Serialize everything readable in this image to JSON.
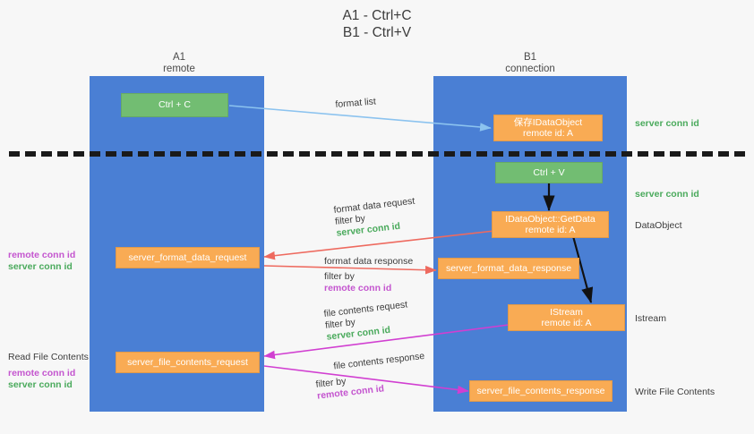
{
  "title": {
    "line1": "A1 - Ctrl+C",
    "line2": "B1 - Ctrl+V"
  },
  "lanes": [
    {
      "id": "a1",
      "name": "A1",
      "role": "remote"
    },
    {
      "id": "b1",
      "name": "B1",
      "role": "connection"
    }
  ],
  "nodes": {
    "ctrl_c": {
      "line1": "Ctrl + C",
      "line2": ""
    },
    "ctrl_v": {
      "line1": "Ctrl + V",
      "line2": ""
    },
    "save_idataobject": {
      "line1": "保存IDataObject",
      "line2": "remote id: A"
    },
    "getdata": {
      "line1": "IDataObject::GetData",
      "line2": "remote id: A"
    },
    "istream": {
      "line1": "IStream",
      "line2": "remote id: A"
    },
    "fmt_req": {
      "line1": "server_format_data_request",
      "line2": ""
    },
    "fmt_resp": {
      "line1": "server_format_data_response",
      "line2": ""
    },
    "file_req": {
      "line1": "server_file_contents_request",
      "line2": ""
    },
    "file_resp": {
      "line1": "server_file_contents_response",
      "line2": ""
    }
  },
  "edges": {
    "format_list": {
      "text": "format list"
    },
    "fmt_data_request": {
      "text": "format data request",
      "filter_prefix": "filter by ",
      "filter_value": "server conn id"
    },
    "fmt_data_response": {
      "text": "format data response",
      "filter_prefix": "filter by ",
      "filter_value": "remote conn id"
    },
    "file_contents_request": {
      "text": "file contents request",
      "filter_prefix": "filter by ",
      "filter_value": "server conn id"
    },
    "file_contents_response": {
      "text": "file contents response",
      "filter_prefix": "filter by ",
      "filter_value": "remote conn id"
    }
  },
  "right_labels": {
    "server_conn_top": "server conn id",
    "server_conn_mid": "server conn id",
    "dataobject": "DataObject",
    "istream": "Istream",
    "write_file_contents": "Write File Contents"
  },
  "left_labels": {
    "remote_conn_1": "remote conn id",
    "server_conn_1": "server conn id",
    "read_file_contents": "Read File Contents",
    "remote_conn_2": "remote conn id",
    "server_conn_2": "server conn id"
  },
  "colors": {
    "lane": "#4a7fd4",
    "orange": "#f9ab54",
    "green_node": "#72bd72",
    "green_text": "#4aaa5c",
    "magenta_text": "#c455cf",
    "red_arrow": "#ee6a5f",
    "magenta_arrow": "#d13fd1",
    "blue_arrow": "#8cc3ef",
    "black_arrow": "#111111",
    "background": "#f7f7f7"
  }
}
